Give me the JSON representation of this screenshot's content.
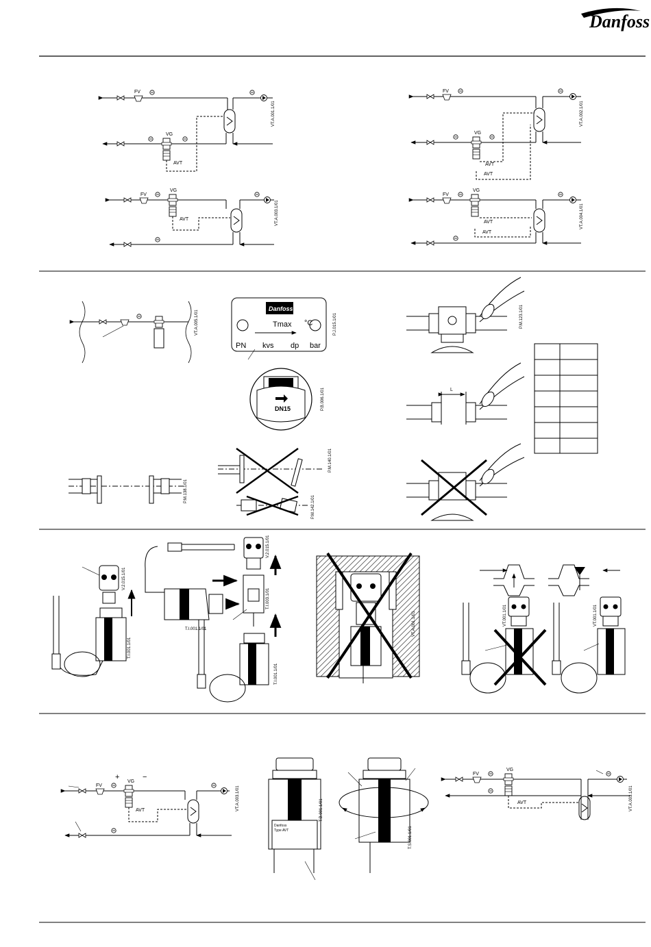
{
  "brand": {
    "logo": "Danfoss"
  },
  "section1": {
    "d1": {
      "fv": "FV",
      "vg": "VG",
      "avt": "AVT",
      "code": "VT.A.001.1/01"
    },
    "d2": {
      "fv": "FV",
      "vg": "VG",
      "avt": "AVT",
      "code": "VT.A.003.1/01"
    },
    "d3": {
      "fv": "FV",
      "vg": "VG",
      "avt1": "AVT",
      "avt2": "AVT",
      "code": "VT.A.002.1/01"
    },
    "d4": {
      "fv": "FV",
      "vg": "VG",
      "avt1": "AVT",
      "avt2": "AVT",
      "code": "VT.A.004.1/01"
    }
  },
  "section2": {
    "strainer_code": "VT.A.005.1/01",
    "nameplate": {
      "tmax": "Tmax",
      "unit": "°C",
      "pn": "PN",
      "kvs": "kvs",
      "dp": "dp",
      "bar": "bar",
      "logo": "Danfoss",
      "code": "P.J.015.1/01"
    },
    "valve_body": {
      "dn": "DN15",
      "code": "P.B.006.1/01"
    },
    "weld_code": "P.M.123.1/01",
    "weld_gap": {
      "label": "L"
    },
    "flange_codes": {
      "left": "P.M.138.1/01",
      "right_top": "P.M.140.1/01",
      "right_bottom": "P.M.142.1/01"
    },
    "table": {
      "rows": 7
    }
  },
  "section3": {
    "codes": {
      "a": "V.2.015.1/01",
      "b": "T.I.001.1/01",
      "c": "T.I.001.1/01",
      "d": "V.2.015.1/01",
      "e": "T.I.003.1/01",
      "f": "T.I.001.1/01",
      "g": "VT.A.001.1/01",
      "h": "VT.001.1/01",
      "i": "VT.001.1/01"
    }
  },
  "section4": {
    "left": {
      "fv": "FV",
      "vg": "VG",
      "avt": "AVT",
      "plus": "+",
      "minus": "−",
      "code": "VT.A.003.1/01"
    },
    "label_plate": {
      "brand": "Danfoss",
      "type": "Type AVT",
      "code": "T.B.001.1/01"
    },
    "turn_code": "T.S.001.1/01",
    "right": {
      "fv": "FV",
      "vg": "VG",
      "avt": "AVT",
      "code": "VT.A.003.1/01"
    }
  }
}
